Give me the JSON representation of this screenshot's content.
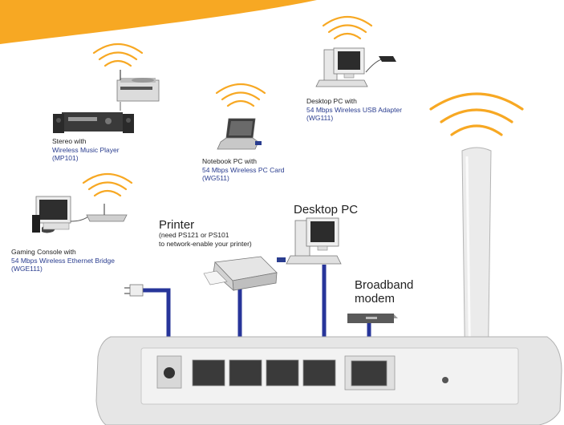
{
  "colors": {
    "accent_orange": "#f7a823",
    "cable_blue": "#27359a",
    "label_blue": "#2a3d8f",
    "router_body": "#e6e6e6"
  },
  "devices": {
    "stereo": {
      "name": "Stereo with",
      "detail": "Wireless Music Player",
      "model": "(MP101)",
      "icon": "stereo-icon"
    },
    "notebook": {
      "name": "Notebook PC with",
      "detail": "54 Mbps Wireless PC Card",
      "model": "(WG511)",
      "icon": "laptop-icon"
    },
    "desktop_wireless": {
      "name": "Desktop PC with",
      "detail": "54 Mbps Wireless USB Adapter",
      "model": "(WG111)",
      "icon": "desktop-pc-icon"
    },
    "gaming": {
      "name": "Gaming Console with",
      "detail": "54 Mbps Wireless Ethernet Bridge",
      "model": "(WGE111)",
      "icon": "game-console-icon"
    },
    "printer": {
      "title": "Printer",
      "note_line1": "(need PS121 or PS101",
      "note_line2": "to network-enable your printer)",
      "icon": "printer-icon"
    },
    "desktop_wired": {
      "title": "Desktop PC",
      "icon": "desktop-pc-icon"
    },
    "modem": {
      "title_line1": "Broadband",
      "title_line2": "modem",
      "icon": "modem-icon"
    }
  }
}
